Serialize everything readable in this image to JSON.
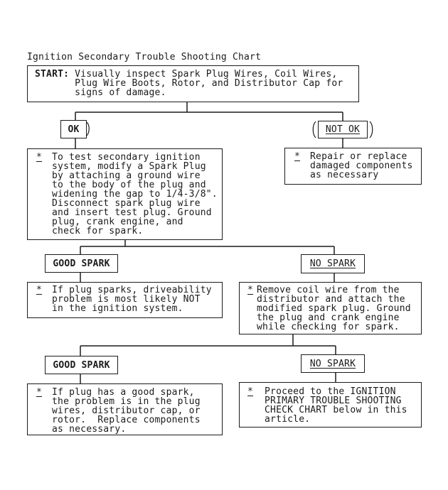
{
  "title": "Ignition Secondary Trouble Shooting Chart",
  "nodes": {
    "start": {
      "label": "START:",
      "text": "Visually inspect Spark Plug Wires, Coil Wires,\nPlug Wire Boots, Rotor, and Distributor Cap for\nsigns of damage."
    },
    "ok_label": "OK",
    "not_ok_label": "NOT OK",
    "test_plug": {
      "marker": "*",
      "text": "To test secondary ignition\nsystem, modify a Spark Plug\nby attaching a ground wire\nto the body of the plug and\nwidening the gap to 1/4-3/8\".\nDisconnect spark plug wire\nand insert test plug. Ground\nplug, crank engine, and\ncheck for spark."
    },
    "repair": {
      "marker": "*",
      "text": "Repair or replace\ndamaged components\nas necessary"
    },
    "good_spark_1": "GOOD SPARK",
    "no_spark_1": "NO SPARK",
    "driveability": {
      "marker": "*",
      "text": "If plug sparks, driveability\nproblem is most likely NOT\nin the ignition system."
    },
    "coil_wire": {
      "marker": "*",
      "text": "Remove coil wire from the\ndistributor and attach the\nmodified spark plug. Ground\nthe plug and crank engine\nwhile checking for spark."
    },
    "good_spark_2": "GOOD SPARK",
    "no_spark_2": "NO SPARK",
    "plug_wires": {
      "marker": "*",
      "text": "If plug has a good spark,\nthe problem is in the plug\nwires, distributor cap, or\nrotor.  Replace components\nas necessary."
    },
    "proceed": {
      "marker": "*",
      "text": "Proceed to the IGNITION\nPRIMARY TROUBLE SHOOTING\nCHECK CHART below in this\narticle."
    }
  },
  "colors": {
    "ink": "#1b1b1b",
    "paper": "#ffffff"
  }
}
